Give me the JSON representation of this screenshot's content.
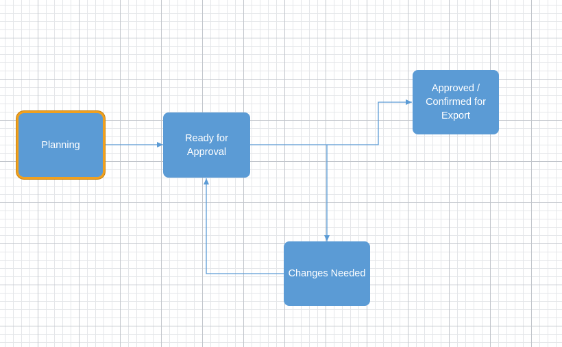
{
  "diagram": {
    "nodes": {
      "planning": {
        "label": "Planning"
      },
      "ready": {
        "label": "Ready for\nApproval"
      },
      "approved": {
        "label": "Approved /\nConfirmed for\nExport"
      },
      "changes": {
        "label": "Changes Needed"
      }
    },
    "selected_node": "planning",
    "colors": {
      "node_fill": "#5b9bd5",
      "connector": "#5b9bd5",
      "selection": "#f0a01e",
      "grid": "#c2c6cc"
    }
  }
}
